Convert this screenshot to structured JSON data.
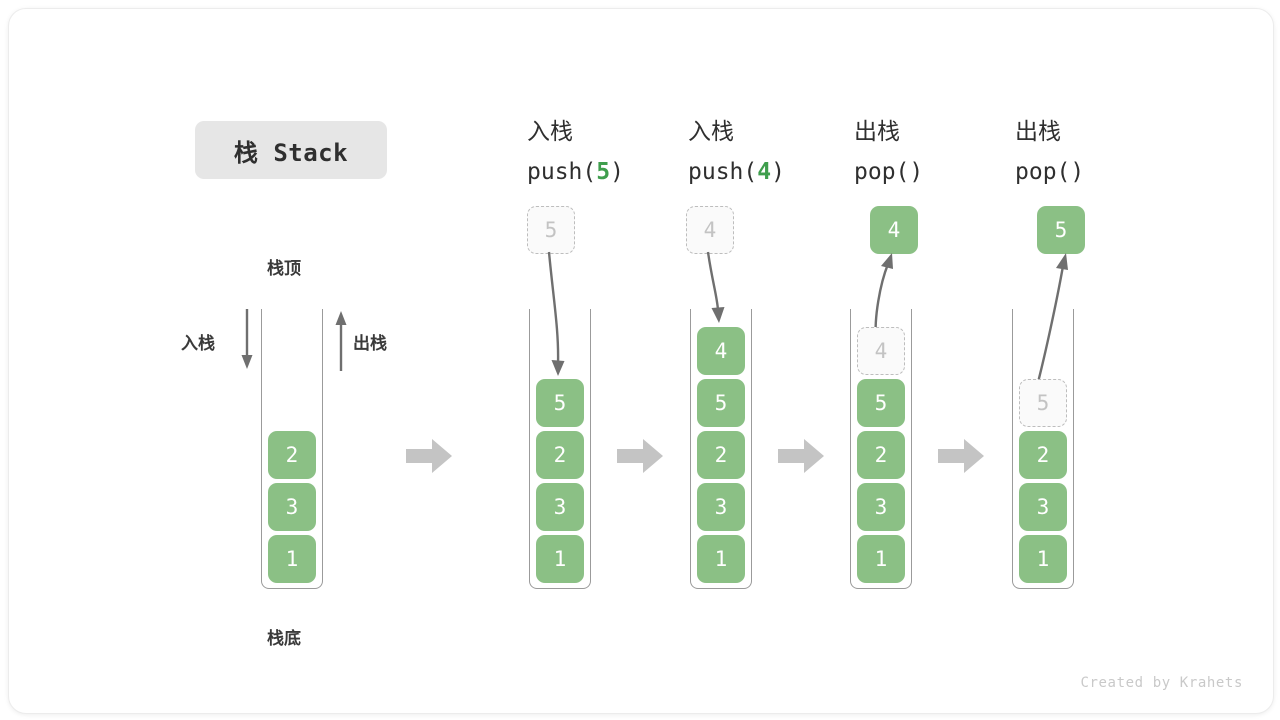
{
  "title": {
    "text": "栈 Stack"
  },
  "colors": {
    "item_green": "#8bc085",
    "ghost_gray": "#c3c3c3",
    "arrow_gray": "#6f6f6f",
    "step_arrow_gray": "#c4c4c4",
    "chip_bg": "#e6e6e6"
  },
  "initial": {
    "top_label": "栈顶",
    "bottom_label": "栈底",
    "push_label": "入栈",
    "pop_label": "出栈",
    "items_bottom_to_top": [
      "1",
      "3",
      "2"
    ]
  },
  "stages": [
    {
      "id": "push-5",
      "caption_cn": "入栈",
      "caption_code_prefix": "push(",
      "caption_code_arg": "5",
      "caption_code_suffix": ")",
      "incoming": {
        "value": "5",
        "style": "ghost"
      },
      "items_bottom_to_top": [
        "1",
        "3",
        "2",
        "5"
      ],
      "ghost_index": -1,
      "outgoing": null
    },
    {
      "id": "push-4",
      "caption_cn": "入栈",
      "caption_code_prefix": "push(",
      "caption_code_arg": "4",
      "caption_code_suffix": ")",
      "incoming": {
        "value": "4",
        "style": "ghost"
      },
      "items_bottom_to_top": [
        "1",
        "3",
        "2",
        "5",
        "4"
      ],
      "ghost_index": -1,
      "outgoing": null
    },
    {
      "id": "pop-1",
      "caption_cn": "出栈",
      "caption_code_prefix": "pop(",
      "caption_code_arg": "",
      "caption_code_suffix": ")",
      "incoming": null,
      "items_bottom_to_top": [
        "1",
        "3",
        "2",
        "5",
        "4"
      ],
      "ghost_index": 4,
      "outgoing": {
        "value": "4",
        "style": "solid"
      }
    },
    {
      "id": "pop-2",
      "caption_cn": "出栈",
      "caption_code_prefix": "pop(",
      "caption_code_arg": "",
      "caption_code_suffix": ")",
      "incoming": null,
      "items_bottom_to_top": [
        "1",
        "3",
        "2",
        "5"
      ],
      "ghost_index": 3,
      "outgoing": {
        "value": "5",
        "style": "solid"
      }
    }
  ],
  "footer": {
    "text": "Created by Krahets"
  }
}
